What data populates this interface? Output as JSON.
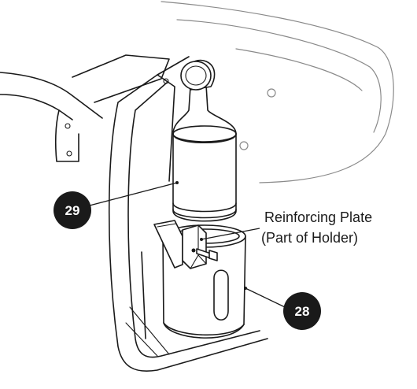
{
  "callouts": {
    "part_29": "29",
    "part_28": "28",
    "plate_line1": "Reinforcing Plate",
    "plate_line2": "(Part of Holder)"
  },
  "colors": {
    "ink": "#1a1a1a",
    "faint": "#8a8a8a",
    "background": "#ffffff"
  }
}
